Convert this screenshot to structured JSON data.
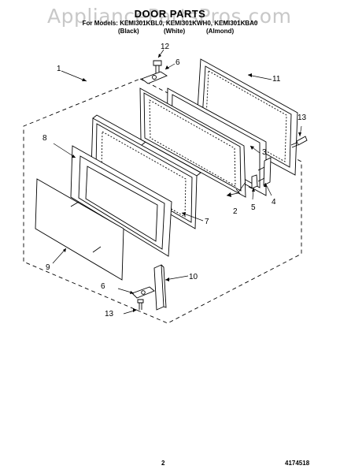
{
  "watermark": "AppliancePartsPros.com",
  "header": {
    "title": "DOOR PARTS",
    "subtitle": "For Models: KEMI301KBL0, KEMI301KWH0, KEMI301KBA0",
    "variants": [
      "(Black)",
      "(White)",
      "(Almond)"
    ]
  },
  "callouts": {
    "c1": "1",
    "c2": "2",
    "c3": "3",
    "c4": "4",
    "c5": "5",
    "c6a": "6",
    "c6b": "6",
    "c7": "7",
    "c8": "8",
    "c9": "9",
    "c10": "10",
    "c11": "11",
    "c12": "12",
    "c13a": "13",
    "c13b": "13"
  },
  "footer": {
    "page_number": "2",
    "document_code": "4174518"
  },
  "colors": {
    "line": "#000000",
    "watermark": "#c8c8c8",
    "background": "#ffffff"
  }
}
